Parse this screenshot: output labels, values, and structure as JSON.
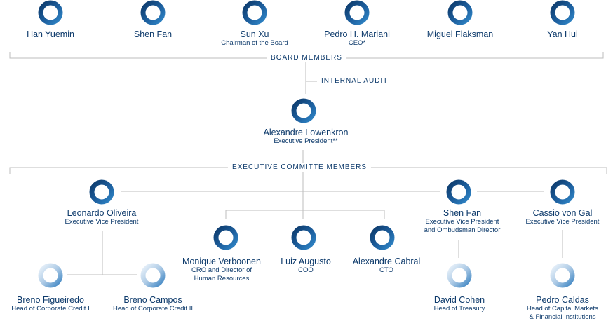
{
  "board": {
    "label": "BOARD MEMBERS",
    "members": [
      {
        "name": "Han Yuemin",
        "role": ""
      },
      {
        "name": "Shen Fan",
        "role": ""
      },
      {
        "name": "Sun Xu",
        "role": "Chairman of the Board"
      },
      {
        "name": "Pedro H. Mariani",
        "role": "CEO*"
      },
      {
        "name": "Miguel Flaksman",
        "role": ""
      },
      {
        "name": "Yan Hui",
        "role": ""
      }
    ]
  },
  "internal_audit": "INTERNAL AUDIT",
  "executive_president": {
    "name": "Alexandre Lowenkron",
    "role": "Executive President**"
  },
  "committee": {
    "label": "EXECUTIVE COMMITTE MEMBERS"
  },
  "vice_presidents": [
    {
      "name": "Leonardo Oliveira",
      "role_lines": [
        "Executive Vice President"
      ]
    },
    {
      "name": "Shen Fan",
      "role_lines": [
        "Executive Vice President",
        "and Ombudsman Director"
      ]
    },
    {
      "name": "Cassio von Gal",
      "role_lines": [
        "Executive Vice President"
      ]
    }
  ],
  "officers": [
    {
      "name": "Monique Verboonen",
      "role_lines": [
        "CRO and Director of",
        "Human Resources"
      ]
    },
    {
      "name": "Luiz Augusto",
      "role_lines": [
        "COO"
      ]
    },
    {
      "name": "Alexandre Cabral",
      "role_lines": [
        "CTO"
      ]
    }
  ],
  "heads": [
    {
      "name": "Breno Figueiredo",
      "role_lines": [
        "Head of Corporate Credit I"
      ]
    },
    {
      "name": "Breno Campos",
      "role_lines": [
        "Head of Corporate Credit II"
      ]
    },
    {
      "name": "David Cohen",
      "role_lines": [
        "Head of Treasury"
      ]
    },
    {
      "name": "Pedro Caldas",
      "role_lines": [
        "Head of Capital Markets",
        "& Financial Institutions"
      ]
    }
  ],
  "colors": {
    "ring_dark": "#0d3a6b",
    "ring_mid": "#1d6fb0",
    "ring_light": "#c9dcee",
    "text": "#0d3a6b",
    "lines": "#bdbdbd"
  }
}
